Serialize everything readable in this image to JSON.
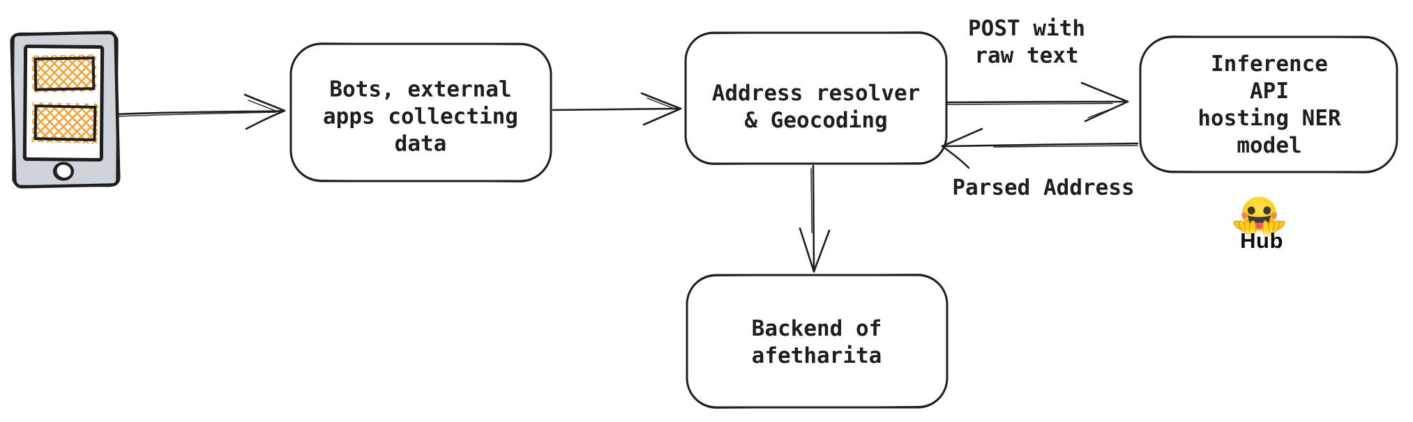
{
  "diagram": {
    "nodes": {
      "bots": {
        "label": "Bots, external\napps collecting\ndata"
      },
      "address_resolver": {
        "label": "Address resolver\n& Geocoding"
      },
      "inference_api": {
        "label": "Inference API\nhosting NER model"
      },
      "backend": {
        "label": "Backend of\nafetharita"
      }
    },
    "edge_labels": {
      "post_raw_text": "POST with\nraw text",
      "parsed_address": "Parsed Address"
    },
    "hub_badge": {
      "icon": "hugging-face-emoji",
      "label": "Hub"
    },
    "icons": {
      "source_device": "smartphone-sketch-icon"
    },
    "colors": {
      "stroke": "#1e1e1e",
      "phone_body": "#ced4da",
      "card_hatch": "#f2a43c",
      "hf_yellow": "#ffd21e",
      "hf_orange": "#f08c00"
    }
  }
}
